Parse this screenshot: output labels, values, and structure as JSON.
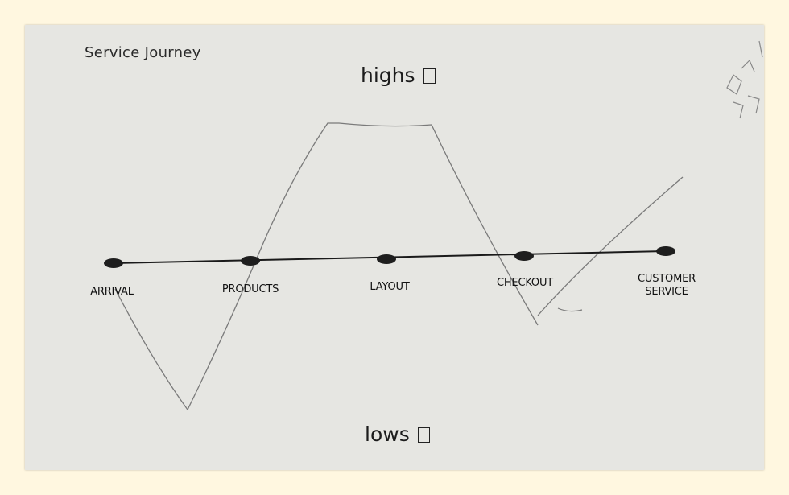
{
  "diagram": {
    "title": "Service Journey",
    "highs_label": "highs",
    "lows_label": "lows",
    "stages": [
      {
        "label": "ARRIVAL"
      },
      {
        "label": "PRODUCTS"
      },
      {
        "label": "LAYOUT"
      },
      {
        "label": "CHECKOUT"
      },
      {
        "label": "CUSTOMER\nSERVICE"
      }
    ]
  },
  "colors": {
    "page_background": "#fff7e0",
    "sheet": "#e6e6e2",
    "axis_line": "#1a1a1a",
    "sketch_line": "#777777"
  }
}
